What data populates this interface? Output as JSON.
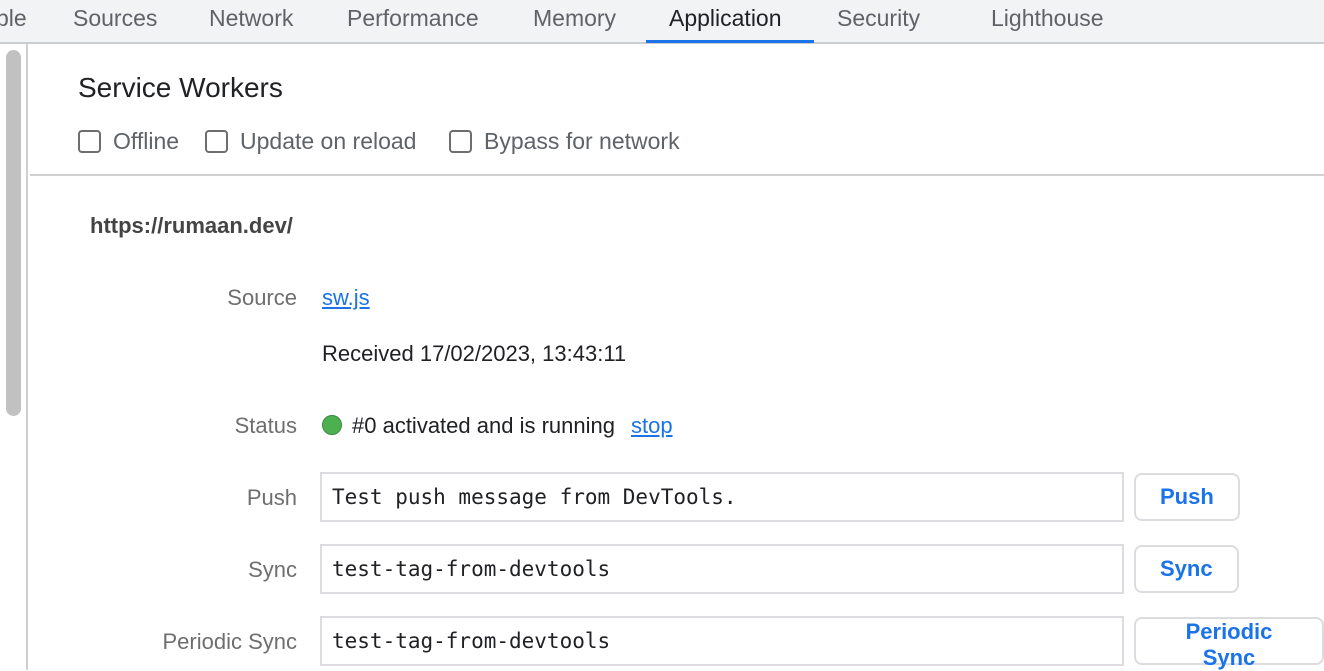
{
  "tabs": [
    {
      "label": "ble"
    },
    {
      "label": "Sources"
    },
    {
      "label": "Network"
    },
    {
      "label": "Performance"
    },
    {
      "label": "Memory"
    },
    {
      "label": "Application"
    },
    {
      "label": "Security"
    },
    {
      "label": "Lighthouse"
    }
  ],
  "section": {
    "title": "Service Workers",
    "options": [
      {
        "label": "Offline",
        "checked": false
      },
      {
        "label": "Update on reload",
        "checked": false
      },
      {
        "label": "Bypass for network",
        "checked": false
      }
    ]
  },
  "worker": {
    "origin": "https://rumaan.dev/",
    "source_label": "Source",
    "source_link": "sw.js",
    "received": "Received 17/02/2023, 13:43:11",
    "status_label": "Status",
    "status_text": "#0 activated and is running",
    "status_color": "#4caf50",
    "stop_link": "stop",
    "push_label": "Push",
    "push_value": "Test push message from DevTools.",
    "push_button": "Push",
    "sync_label": "Sync",
    "sync_value": "test-tag-from-devtools",
    "sync_button": "Sync",
    "periodic_label": "Periodic Sync",
    "periodic_value": "test-tag-from-devtools",
    "periodic_button": "Periodic Sync"
  }
}
